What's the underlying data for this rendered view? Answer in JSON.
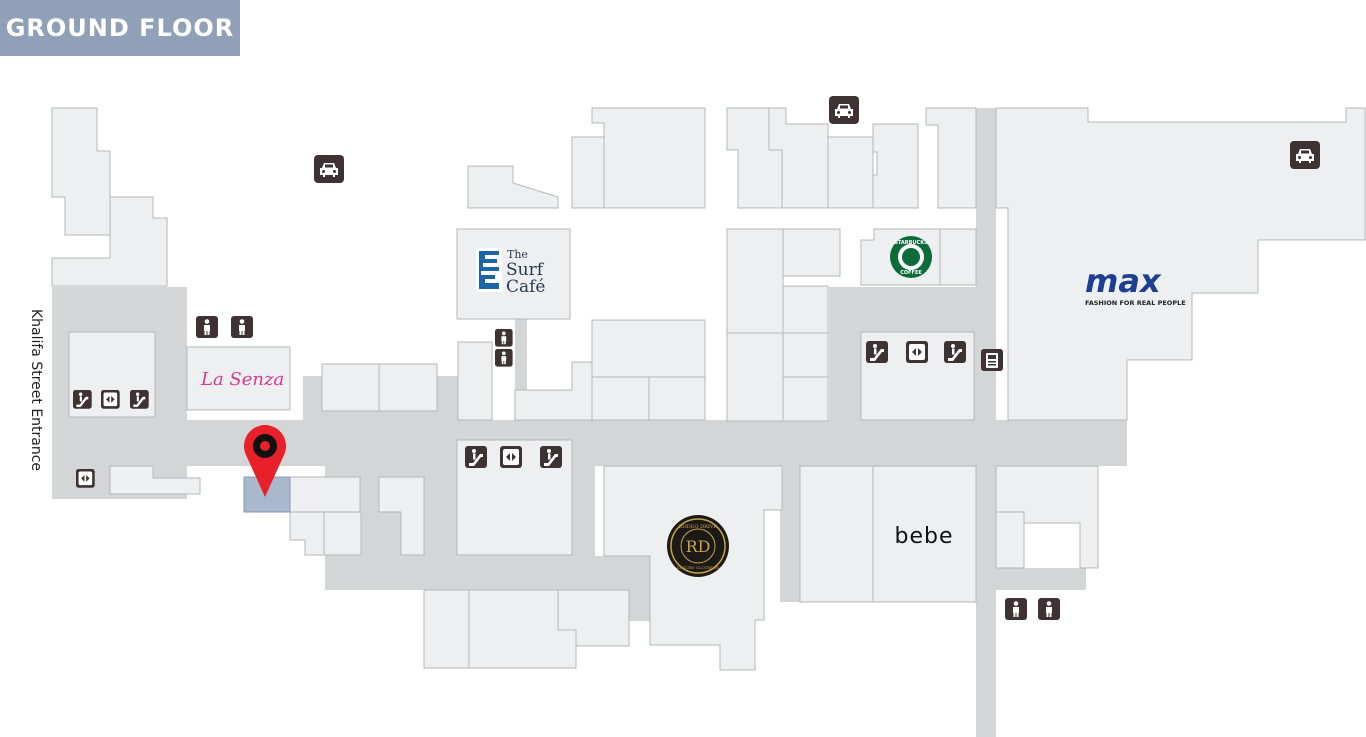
{
  "floor": {
    "label": "GROUND FLOOR"
  },
  "entrance": {
    "label": "Khalifa Street Entrance"
  },
  "stores": {
    "surf_cafe": {
      "line1": "The",
      "line2": "Surf",
      "line3": "Café"
    },
    "la_senza": {
      "name": "La Senza"
    },
    "max": {
      "name": "max",
      "tagline": "FASHION FOR REAL PEOPLE"
    },
    "bebe": {
      "name": "bebe"
    },
    "starbucks": {
      "name": "STARBUCKS",
      "sub": "COFFEE"
    },
    "rodeo_drive": {
      "name": "RODEO DRIVE",
      "sub": "LUXURY CLOTHING",
      "monogram": "RD"
    }
  },
  "colors": {
    "floor_tab": "#8fa0b8",
    "unit": "#eeeff0",
    "corridor": "#d4d5d6",
    "icon": "#3e3232",
    "pin": "#e8202a",
    "max_blue": "#1d3f92",
    "max_red": "#e8202a",
    "la_senza_pink": "#d63891",
    "starbucks_green": "#0b6b3a"
  },
  "icons": [
    "taxi-icon",
    "restroom-icon",
    "escalator-icon",
    "elevator-icon",
    "atm-icon",
    "location-pin-icon"
  ]
}
